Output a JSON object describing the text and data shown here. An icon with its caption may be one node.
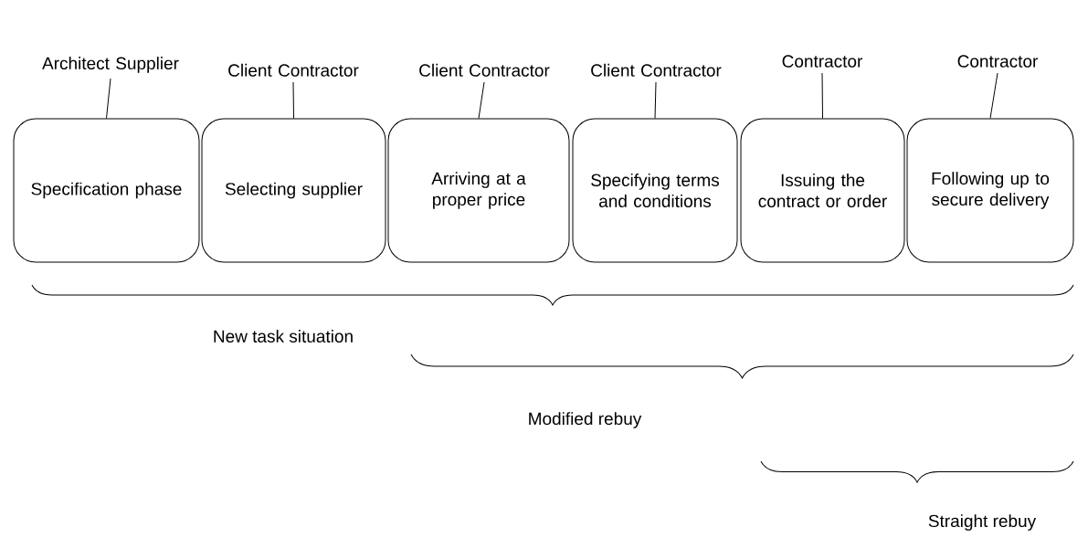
{
  "diagram": {
    "nodes": [
      {
        "text": [
          "Specification phase"
        ]
      },
      {
        "text": [
          "Selecting supplier"
        ]
      },
      {
        "text": [
          "Arriving at a proper price"
        ]
      },
      {
        "text": [
          "Specifying terms and conditions"
        ]
      },
      {
        "text": [
          "Issuing the contract or order"
        ]
      },
      {
        "text": [
          "Following up to secure delivery"
        ]
      },
      {
        "text": [
          "Architect Supplier"
        ]
      },
      {
        "text": [
          "Client Contractor"
        ]
      },
      {
        "text": [
          "Client Contractor"
        ]
      },
      {
        "text": [
          "Client Contractor"
        ]
      },
      {
        "text": [
          "Contractor"
        ]
      },
      {
        "text": [
          "Contractor"
        ]
      }
    ],
    "edges": [
      {
        "from": 6,
        "to": 0,
        "arrow": "none"
      },
      {
        "from": 7,
        "to": 1,
        "arrow": "none"
      },
      {
        "from": 8,
        "to": 2,
        "arrow": "none"
      },
      {
        "from": 9,
        "to": 3,
        "arrow": "none"
      },
      {
        "from": 10,
        "to": 4,
        "arrow": "none"
      },
      {
        "from": 11,
        "to": 5,
        "arrow": "none"
      }
    ],
    "labels": [
      "New task situation",
      "Modified rebuy",
      "Straight rebuy"
    ]
  }
}
